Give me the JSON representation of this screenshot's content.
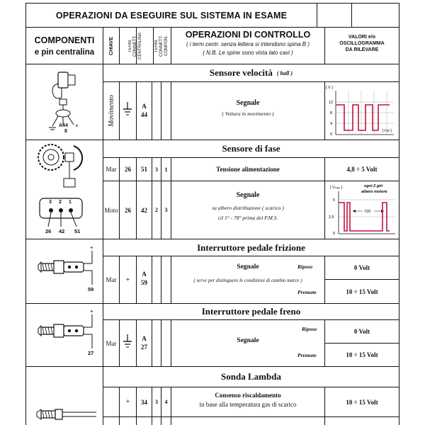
{
  "title": "OPERAZIONI DA ESEGUIRE SUL SISTEMA IN ESAME",
  "header": {
    "componenti": "COMPONENTI",
    "pin": "e pin centralina",
    "chiave": "CHIAVE",
    "term_centralina": "TERM. CONNETT. CENTRALINA",
    "term_componente": "TERM. CONNETT. COMPON.",
    "operazioni": "OPERAZIONI DI CONTROLLO",
    "operazioni_note1": "( i term centr. senza lettera si intendono spina B )",
    "operazioni_note2": "( N.B. Le spine sono vista lato cavi )",
    "valori1": "VALORI e/o",
    "valori2": "OSCILLOGRAMMA",
    "valori3": "DA RILEVARE"
  },
  "sec1": {
    "title": "Sensore velocità",
    "sub": "( hall )",
    "diagram_label1": "A44",
    "diagram_label2": "8",
    "diagram_plus": "+",
    "chiave": "Movimento",
    "term_a": "A",
    "term_b": "44",
    "op_title": "Segnale",
    "op_note": "( Vettura in movimento )",
    "scope": {
      "yunit": "[ V ]",
      "xunit": "[ Hz ]",
      "ticks": [
        "12",
        "8",
        "4",
        "0"
      ]
    }
  },
  "sec2": {
    "title": "Sensore di fase",
    "pins": [
      "3",
      "2",
      "1"
    ],
    "pin_labels": [
      "26",
      "42",
      "51"
    ],
    "row1": {
      "chiave": "Mar",
      "t1": "26",
      "t2": "51",
      "c1": "3",
      "c2": "1",
      "op": "Tensione alimentazione",
      "val": "4,8 ÷ 5 Volt"
    },
    "row2": {
      "chiave": "Moto",
      "t1": "26",
      "t2": "42",
      "c1": "2",
      "c2": "3",
      "op_title": "Segnale",
      "op_l1": "su albero distribuzione ( scarico )",
      "op_l2": "cil 1° - 78° prima del P.M.S.",
      "scope": {
        "yunit": "[ Vₘₐₓ ]",
        "note1": "ogni 2 giri",
        "note2": "albero motore",
        "ticks": [
          "5",
          "2,5",
          "0"
        ],
        "deg": "720"
      }
    }
  },
  "sec3": {
    "title": "Interruttore pedale frizione",
    "plus": "+",
    "pin": "59",
    "chiave": "Mar",
    "t0": "+",
    "t1": "A",
    "t2": "59",
    "op_title": "Segnale",
    "op_note": "( serve per distinguere le condizioni di cambio marce )",
    "state1": "Riposo",
    "state2": "Premuto",
    "val1": "0 Volt",
    "val2": "10 ÷ 15 Volt"
  },
  "sec4": {
    "title": "Interruttore pedale freno",
    "plus": "+",
    "pin": "27",
    "chiave": "Mar",
    "t1": "A",
    "t2": "27",
    "op_title": "Segnale",
    "state1": "Riposo",
    "state2": "Premuto",
    "val1": "0 Volt",
    "val2": "10 ÷ 15 Volt"
  },
  "sec5": {
    "title": "Sonda Lambda",
    "t0": "+",
    "t1": "34",
    "c1": "3",
    "c2": "4",
    "op_title": "Consenso riscaldamento",
    "op_l2": "in base alla temperatura gas di scarico",
    "val": "10 ÷ 15 Volt"
  }
}
